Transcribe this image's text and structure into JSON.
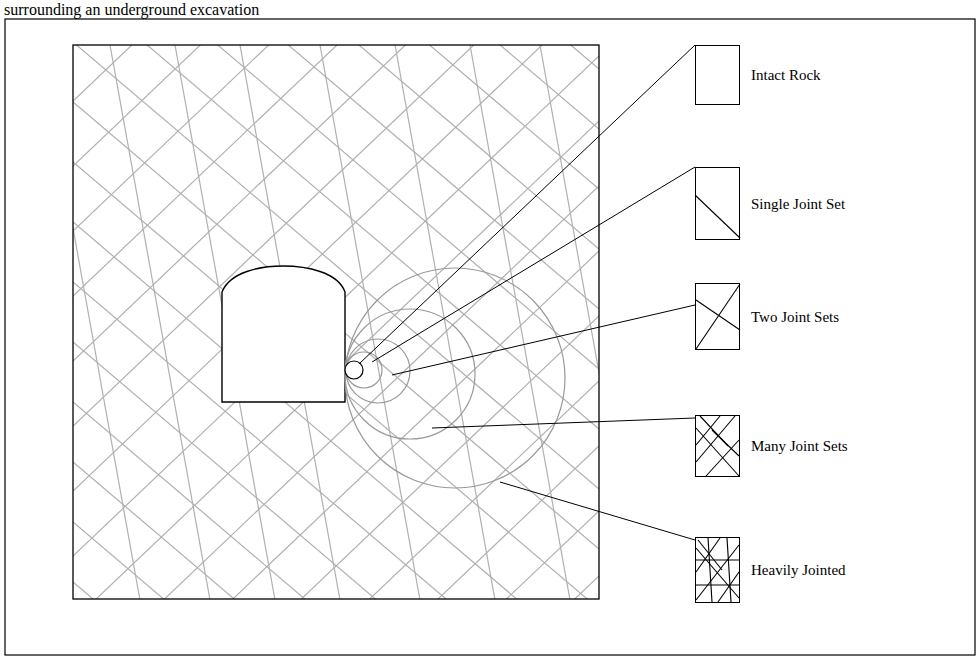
{
  "diagram": {
    "nodes": [
      {
        "text": [
          "Intact Rock"
        ]
      },
      {
        "text": [
          "Single Joint Set"
        ]
      },
      {
        "text": [
          "Two Joint Sets"
        ]
      },
      {
        "text": [
          "Many Joint Sets"
        ]
      },
      {
        "text": [
          "Heavily Jointed"
        ]
      }
    ],
    "labels": [
      "surrounding an underground excavation"
    ]
  }
}
